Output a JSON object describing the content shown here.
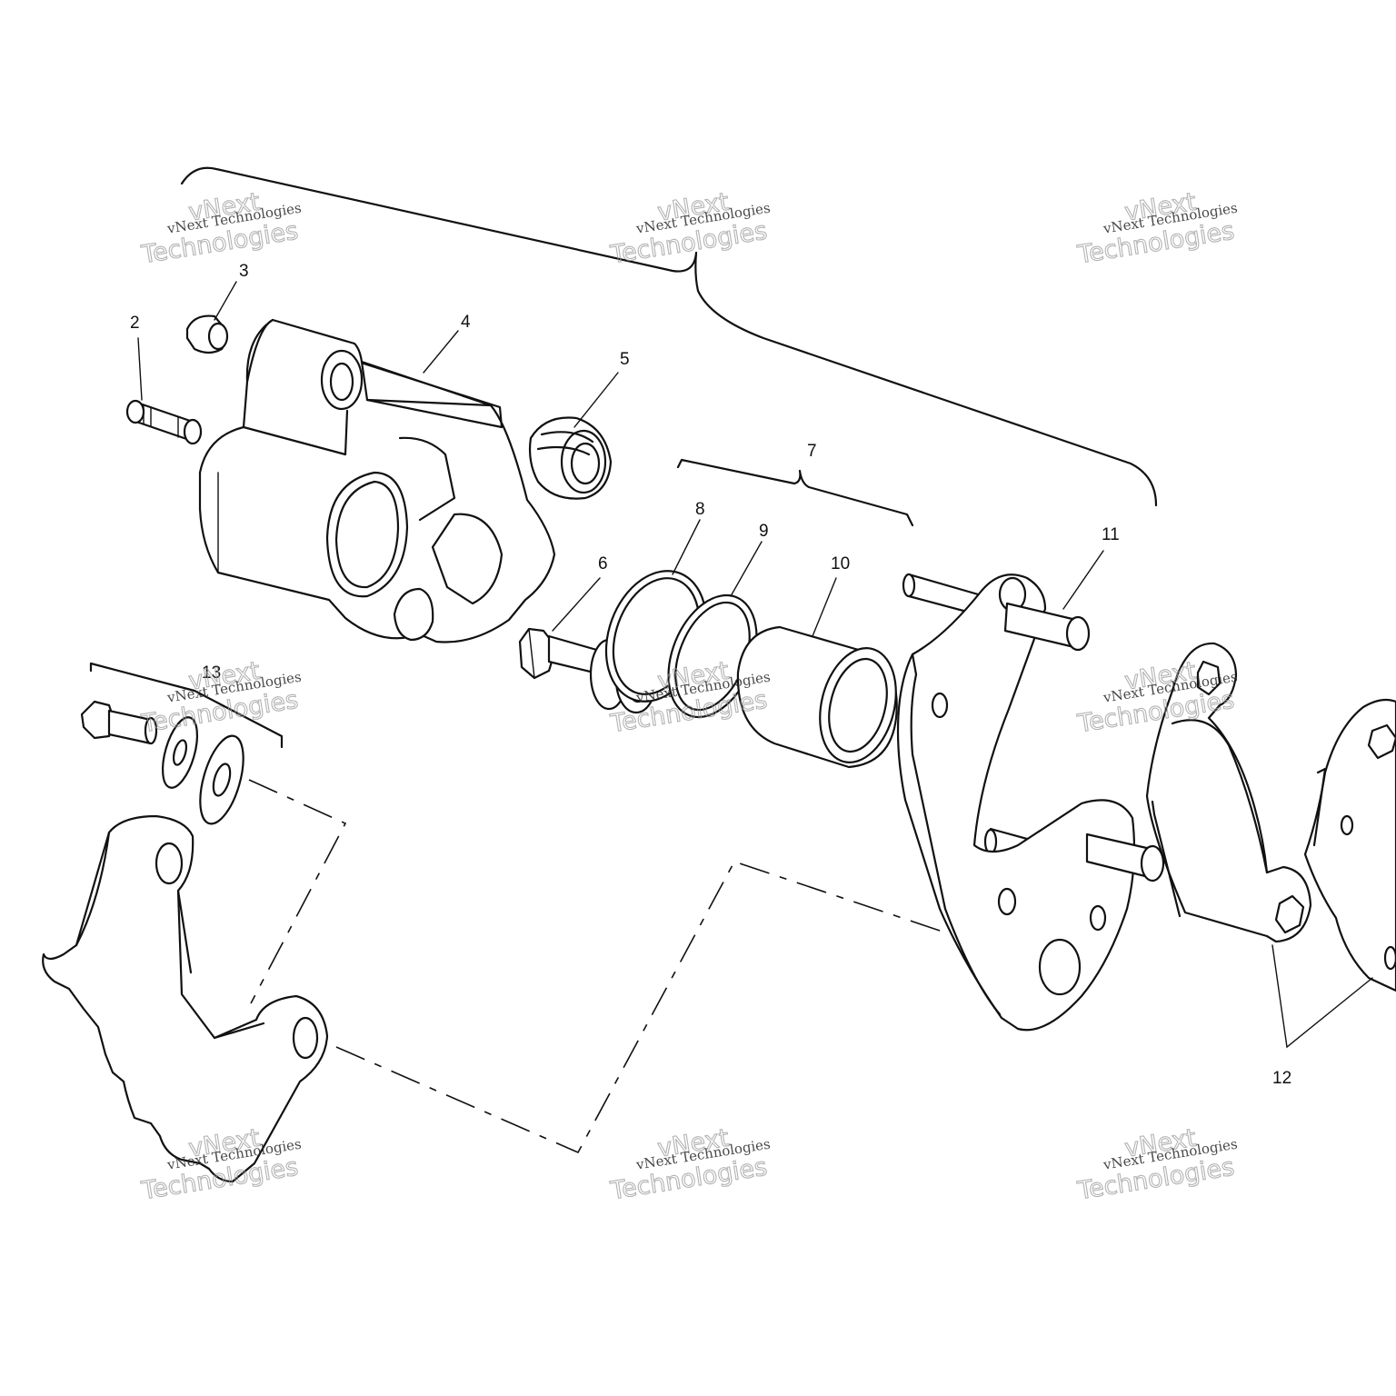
{
  "watermark": {
    "company_line": "vNext Technologies",
    "big_top": "vNext",
    "big_bottom": "Technologies"
  },
  "callouts": {
    "c2": "2",
    "c3": "3",
    "c4": "4",
    "c5": "5",
    "c6": "6",
    "c7": "7",
    "c8": "8",
    "c9": "9",
    "c10": "10",
    "c11": "11",
    "c12": "12",
    "c13": "13"
  }
}
